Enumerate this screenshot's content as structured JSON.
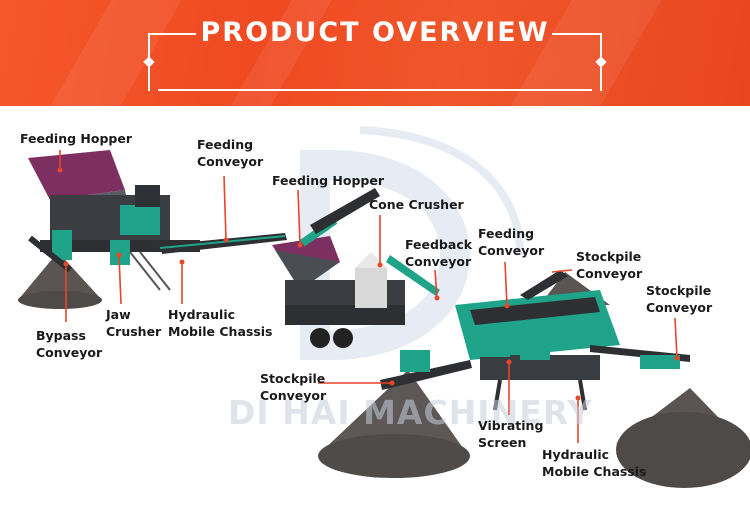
{
  "header": {
    "title": "PRODUCT OVERVIEW"
  },
  "watermark": {
    "text": "DI HAI MACHINERY"
  },
  "labels": {
    "feeding_hopper_1": "Feeding Hopper",
    "feeding_conveyor_1": "Feeding\nConveyor",
    "feeding_hopper_2": "Feeding Hopper",
    "cone_crusher": "Cone Crusher",
    "feedback_conveyor": "Feedback\nConveyor",
    "feeding_conveyor_2": "Feeding\nConveyor",
    "stockpile_conveyor_1": "Stockpile\nConveyor",
    "stockpile_conveyor_2": "Stockpile\nConveyor",
    "bypass_conveyor": "Bypass\nConveyor",
    "jaw_crusher": "Jaw\nCrusher",
    "hydraulic_chassis_1": "Hydraulic\nMobile Chassis",
    "stockpile_conveyor_3": "Stockpile\nConveyor",
    "vibrating_screen": "Vibrating\nScreen",
    "hydraulic_chassis_2": "Hydraulic\nMobile Chassis"
  },
  "colors": {
    "banner": "#ef4a22",
    "machine_green": "#1fa389",
    "machine_dark": "#3a3d42",
    "hopper_purple": "#7d2f62",
    "leader_line": "#e8452a",
    "stockpile": "#5a5552"
  }
}
